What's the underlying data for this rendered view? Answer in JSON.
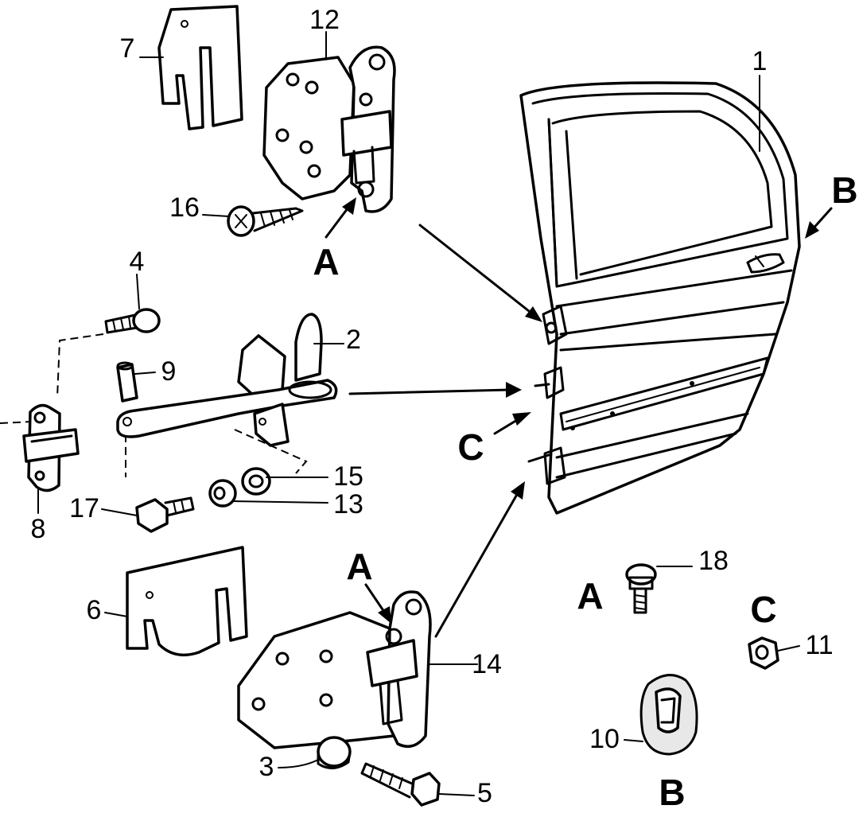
{
  "callouts": {
    "n1": "1",
    "n2": "2",
    "n3": "3",
    "n4": "4",
    "n5": "5",
    "n6": "6",
    "n7": "7",
    "n8": "8",
    "n9": "9",
    "n10": "10",
    "n11": "11",
    "n12": "12",
    "n13": "13",
    "n14": "14",
    "n15": "15",
    "n16": "16",
    "n17": "17",
    "n18": "18"
  },
  "detail_letters": {
    "a_upper": "A",
    "a_lower": "A",
    "a_detail": "A",
    "b_door": "B",
    "b_detail": "B",
    "c_door": "C",
    "c_detail": "C"
  }
}
